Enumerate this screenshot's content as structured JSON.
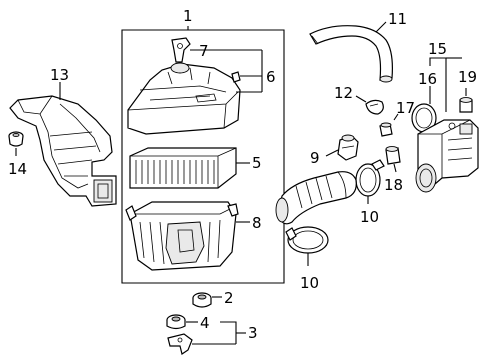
{
  "diagram": {
    "callouts": [
      {
        "id": "c1",
        "text": "1"
      },
      {
        "id": "c2",
        "text": "2"
      },
      {
        "id": "c3",
        "text": "3"
      },
      {
        "id": "c4",
        "text": "4"
      },
      {
        "id": "c5",
        "text": "5"
      },
      {
        "id": "c6",
        "text": "6"
      },
      {
        "id": "c7",
        "text": "7"
      },
      {
        "id": "c8",
        "text": "8"
      },
      {
        "id": "c9",
        "text": "9"
      },
      {
        "id": "c10a",
        "text": "10"
      },
      {
        "id": "c10b",
        "text": "10"
      },
      {
        "id": "c11",
        "text": "11"
      },
      {
        "id": "c12",
        "text": "12"
      },
      {
        "id": "c13",
        "text": "13"
      },
      {
        "id": "c14",
        "text": "14"
      },
      {
        "id": "c15",
        "text": "15"
      },
      {
        "id": "c16",
        "text": "16"
      },
      {
        "id": "c17",
        "text": "17"
      },
      {
        "id": "c18",
        "text": "18"
      },
      {
        "id": "c19",
        "text": "19"
      }
    ]
  }
}
